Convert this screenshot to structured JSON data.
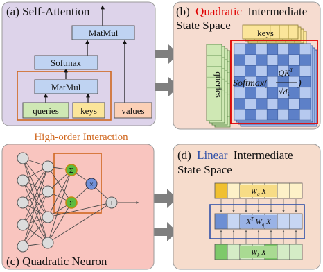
{
  "colors": {
    "panel_a_bg": "#ddd3ea",
    "panel_b_bg": "#f6dcd0",
    "panel_c_bg": "#f9c5bf",
    "panel_d_bg": "#f6dccc",
    "attention_block": "#bfd3f2",
    "queries_green": "#cfe8b4",
    "keys_yellow": "#fbe59a",
    "values_peach": "#fbd0b6",
    "highlight_orange": "#d06820",
    "highlight_red": "#e00000",
    "linear_blue": "#3050a8",
    "arrow_gray": "#7f7f7f",
    "matrix_blue": "#6d8fd4",
    "row_yellow": "#f0c030",
    "row_green": "#7ec96a",
    "neuron_green": "#5dbb3f"
  },
  "panel_a": {
    "label": "(a) Self-Attention",
    "blocks": {
      "matmul_top": "MatMul",
      "softmax": "Softmax",
      "matmul_bottom": "MatMul",
      "queries": "queries",
      "keys": "keys",
      "values": "values"
    }
  },
  "panel_b": {
    "title_prefix": "(b)",
    "title_highlight": "Quadratic",
    "title_rest": "Intermediate",
    "title_line2": "State Space",
    "keys_label": "keys",
    "queries_label": "queries",
    "formula_prefix": "Softmax(",
    "formula_numerator": "QK",
    "formula_superscript": "T",
    "formula_denominator": "√d",
    "formula_subscript": "k",
    "formula_suffix": ")"
  },
  "caption_middle": "High-order Interaction",
  "panel_c": {
    "label": "(c) Quadratic Neuron",
    "neuron_symbols": {
      "sum": "Σ",
      "multiply": "×",
      "add": "+"
    }
  },
  "panel_d": {
    "title_prefix": "(d)",
    "title_highlight": "Linear",
    "title_rest": "Intermediate",
    "title_line2": "State Space",
    "top_row_label": "W_q X",
    "middle_row_label": "X^T W_q X",
    "bottom_row_label": "W_k X"
  }
}
